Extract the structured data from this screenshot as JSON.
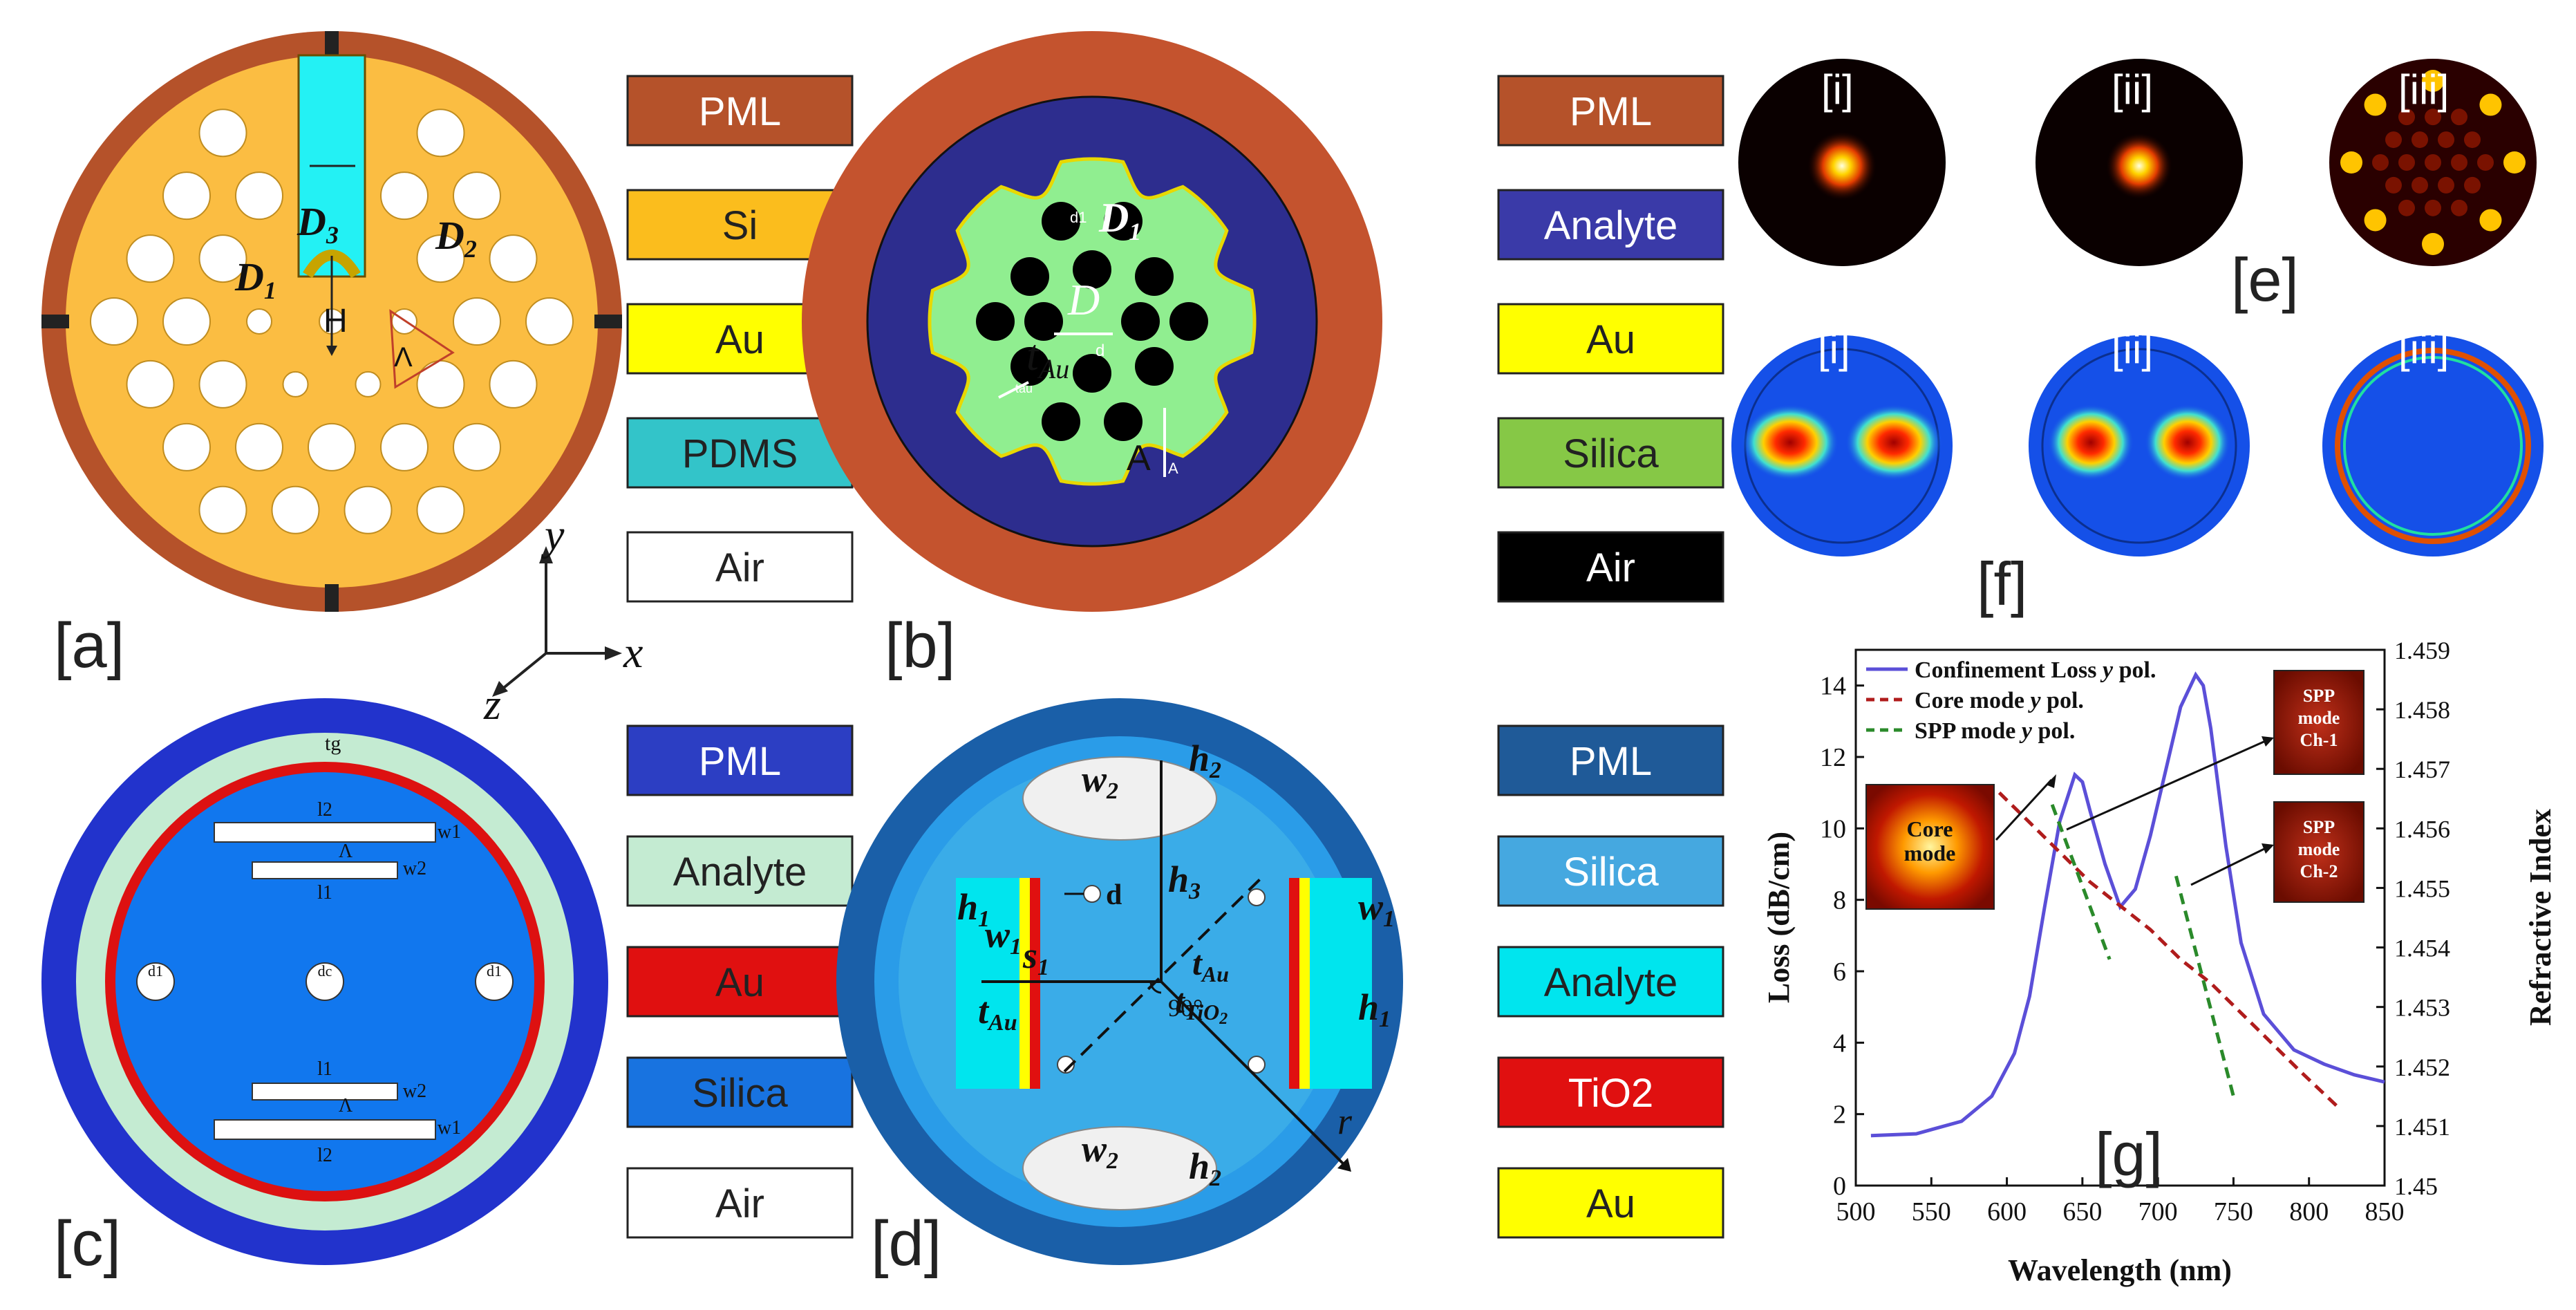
{
  "panels": {
    "a": {
      "label": "[a]",
      "annotations": {
        "d1": "D",
        "d1_sub": "1",
        "d2": "D",
        "d2_sub": "2",
        "d3": "D",
        "d3_sub": "3",
        "h": "H",
        "lambda": "Λ"
      },
      "legend": [
        {
          "text": "PML",
          "color": "#b5522a",
          "text_color": "#ffffff"
        },
        {
          "text": "Si",
          "color": "#fbbd1d",
          "text_color": "#222222"
        },
        {
          "text": "Au",
          "color": "#ffff00",
          "text_color": "#222222"
        },
        {
          "text": "PDMS",
          "color": "#33c4c9",
          "text_color": "#222222"
        },
        {
          "text": "Air",
          "color": "#ffffff",
          "text_color": "#222222"
        }
      ],
      "colors": {
        "pml": "#b5522a",
        "si": "#fbbd42",
        "pdms": "#23f1f4",
        "au": "#ffd84d"
      }
    },
    "b": {
      "label": "[b]",
      "annotations": {
        "d1": "D",
        "d1_sub": "1",
        "d1_small": "d1",
        "d": "D",
        "d_small": "d",
        "tau": "t",
        "tau_sub": "Au",
        "tau_small": "tau",
        "lambda": "A",
        "lambda_small": "A"
      },
      "legend": [
        {
          "text": "PML",
          "color": "#b5522a",
          "text_color": "#ffffff"
        },
        {
          "text": "Analyte",
          "color": "#3a3aa8",
          "text_color": "#ffffff"
        },
        {
          "text": "Au",
          "color": "#ffff00",
          "text_color": "#222222"
        },
        {
          "text": "Silica",
          "color": "#86c846",
          "text_color": "#222222"
        },
        {
          "text": "Air",
          "color": "#000000",
          "text_color": "#ffffff"
        }
      ],
      "colors": {
        "pml": "#c4532e",
        "analyte": "#2d2d8e",
        "silica": "#90ee90"
      }
    },
    "c": {
      "label": "[c]",
      "annotations": {
        "tg": "tg",
        "l2_top": "l2",
        "w1_top": "w1",
        "lambda_top": "Λ",
        "w2_top": "w2",
        "l1_top": "l1",
        "d1_left": "d1",
        "dc": "dc",
        "d1_right": "d1",
        "l1_bottom": "l1",
        "w2_bottom": "w2",
        "lambda_bottom": "Λ",
        "w1_bottom": "w1",
        "l2_bottom": "l2"
      },
      "legend": [
        {
          "text": "PML",
          "color": "#2c3ec3",
          "text_color": "#ffffff"
        },
        {
          "text": "Analyte",
          "color": "#c4ebd2",
          "text_color": "#222222"
        },
        {
          "text": "Au",
          "color": "#e01010",
          "text_color": "#222222"
        },
        {
          "text": "Silica",
          "color": "#1873e0",
          "text_color": "#222222"
        },
        {
          "text": "Air",
          "color": "#ffffff",
          "text_color": "#222222"
        }
      ],
      "colors": {
        "pml": "#2233cc",
        "analyte": "#c4ebd2",
        "au": "#dd1111",
        "silica": "#1177ee"
      }
    },
    "d": {
      "label": "[d]",
      "annotations": {
        "w2_top": "w",
        "w2_top_sub": "2",
        "h2_top": "h",
        "h2_top_sub": "2",
        "h3": "h",
        "h3_sub": "3",
        "d": "d",
        "h1_left": "h",
        "h1_left_sub": "1",
        "w1_left": "w",
        "w1_left_sub": "1",
        "s1": "s",
        "s1_sub": "1",
        "tau_left": "t",
        "tau_left_sub": "Au",
        "angle": "90°",
        "tau_right": "t",
        "tau_right_sub": "Au",
        "ttio2": "t",
        "ttio2_sub": "TiO",
        "ttio2_sub2": "2",
        "w1_right": "w",
        "w1_right_sub": "1",
        "h1_right": "h",
        "h1_right_sub": "1",
        "w2_bottom": "w",
        "w2_bottom_sub": "2",
        "h2_bottom": "h",
        "h2_bottom_sub": "2",
        "r": "r"
      },
      "legend": [
        {
          "text": "PML",
          "color": "#1f5a98",
          "text_color": "#ffffff"
        },
        {
          "text": "Silica",
          "color": "#45a8e0",
          "text_color": "#ffffff"
        },
        {
          "text": "Analyte",
          "color": "#00e5ee",
          "text_color": "#222222"
        },
        {
          "text": "TiO2",
          "color": "#e01010",
          "text_color": "#ffffff"
        },
        {
          "text": "Au",
          "color": "#ffff00",
          "text_color": "#222222"
        }
      ],
      "colors": {
        "pml": "#1a5fa8",
        "silica": "#2a9ce8",
        "core": "#3aace8"
      }
    },
    "e": {
      "label": "[e]",
      "modes": [
        "[i]",
        "[ii]",
        "[iii]"
      ]
    },
    "f": {
      "label": "[f]",
      "modes": [
        "[i]",
        "[ii]",
        "[iii]"
      ]
    },
    "g": {
      "label": "[g]"
    }
  },
  "axes": {
    "y": "y",
    "x": "x",
    "z": "z"
  },
  "chart_data": {
    "type": "line",
    "title": "",
    "xlabel": "Wavelength (nm)",
    "ylabel": "Loss (dB/cm)",
    "y2label": "Refractive Index",
    "xlim": [
      500,
      850
    ],
    "ylim": [
      0,
      15
    ],
    "y2lim": [
      1.45,
      1.459
    ],
    "xticks": [
      500,
      550,
      600,
      650,
      700,
      750,
      800,
      850
    ],
    "yticks": [
      0,
      2,
      4,
      6,
      8,
      10,
      12,
      14
    ],
    "y2ticks": [
      1.45,
      1.451,
      1.452,
      1.453,
      1.454,
      1.455,
      1.456,
      1.457,
      1.458,
      1.459
    ],
    "grid": false,
    "legend_position": "top-left",
    "series": [
      {
        "name": "Confinement Loss y pol.",
        "axis": "left",
        "style": "solid",
        "color": "#5b4fd8",
        "x": [
          510,
          540,
          570,
          590,
          605,
          615,
          625,
          635,
          645,
          650,
          655,
          665,
          675,
          685,
          695,
          705,
          715,
          725,
          730,
          735,
          745,
          755,
          770,
          790,
          810,
          830,
          850
        ],
        "y": [
          1.4,
          1.45,
          1.8,
          2.5,
          3.7,
          5.3,
          7.8,
          10.2,
          11.5,
          11.3,
          10.5,
          9.0,
          7.8,
          8.3,
          9.8,
          11.6,
          13.4,
          14.3,
          14.0,
          12.8,
          9.5,
          6.8,
          4.8,
          3.8,
          3.4,
          3.1,
          2.9
        ]
      },
      {
        "name": "Core mode y pol.",
        "axis": "right",
        "style": "dashed",
        "color": "#b01c1c",
        "x": [
          595,
          615,
          635,
          655,
          675,
          695,
          715,
          735,
          755,
          775,
          795,
          820
        ],
        "y": [
          1.4566,
          1.4561,
          1.4556,
          1.4551,
          1.4547,
          1.4543,
          1.4538,
          1.4534,
          1.4529,
          1.4524,
          1.4519,
          1.4513
        ]
      },
      {
        "name": "SPP mode y pol.",
        "axis": "right",
        "style": "dashed",
        "color": "#2a8a2a",
        "x": [
          630,
          668
        ],
        "y": [
          1.4564,
          1.4538
        ]
      },
      {
        "name": "SPP mode y pol.",
        "axis": "right",
        "style": "dashed",
        "color": "#2a8a2a",
        "x": [
          712,
          750
        ],
        "y": [
          1.4552,
          1.4515
        ]
      }
    ],
    "legend": [
      {
        "text": "Confinement Loss ",
        "italic": "y",
        "rest": " pol."
      },
      {
        "text": "Core mode ",
        "italic": "y",
        "rest": " pol."
      },
      {
        "text": "SPP mode ",
        "italic": "y",
        "rest": " pol."
      }
    ],
    "insets": {
      "core": {
        "line1": "Core",
        "line2": "mode"
      },
      "ch1": {
        "line1": "SPP",
        "line2": "mode",
        "line3": "Ch-1"
      },
      "ch2": {
        "line1": "SPP",
        "line2": "mode",
        "line3": "Ch-2"
      }
    }
  }
}
